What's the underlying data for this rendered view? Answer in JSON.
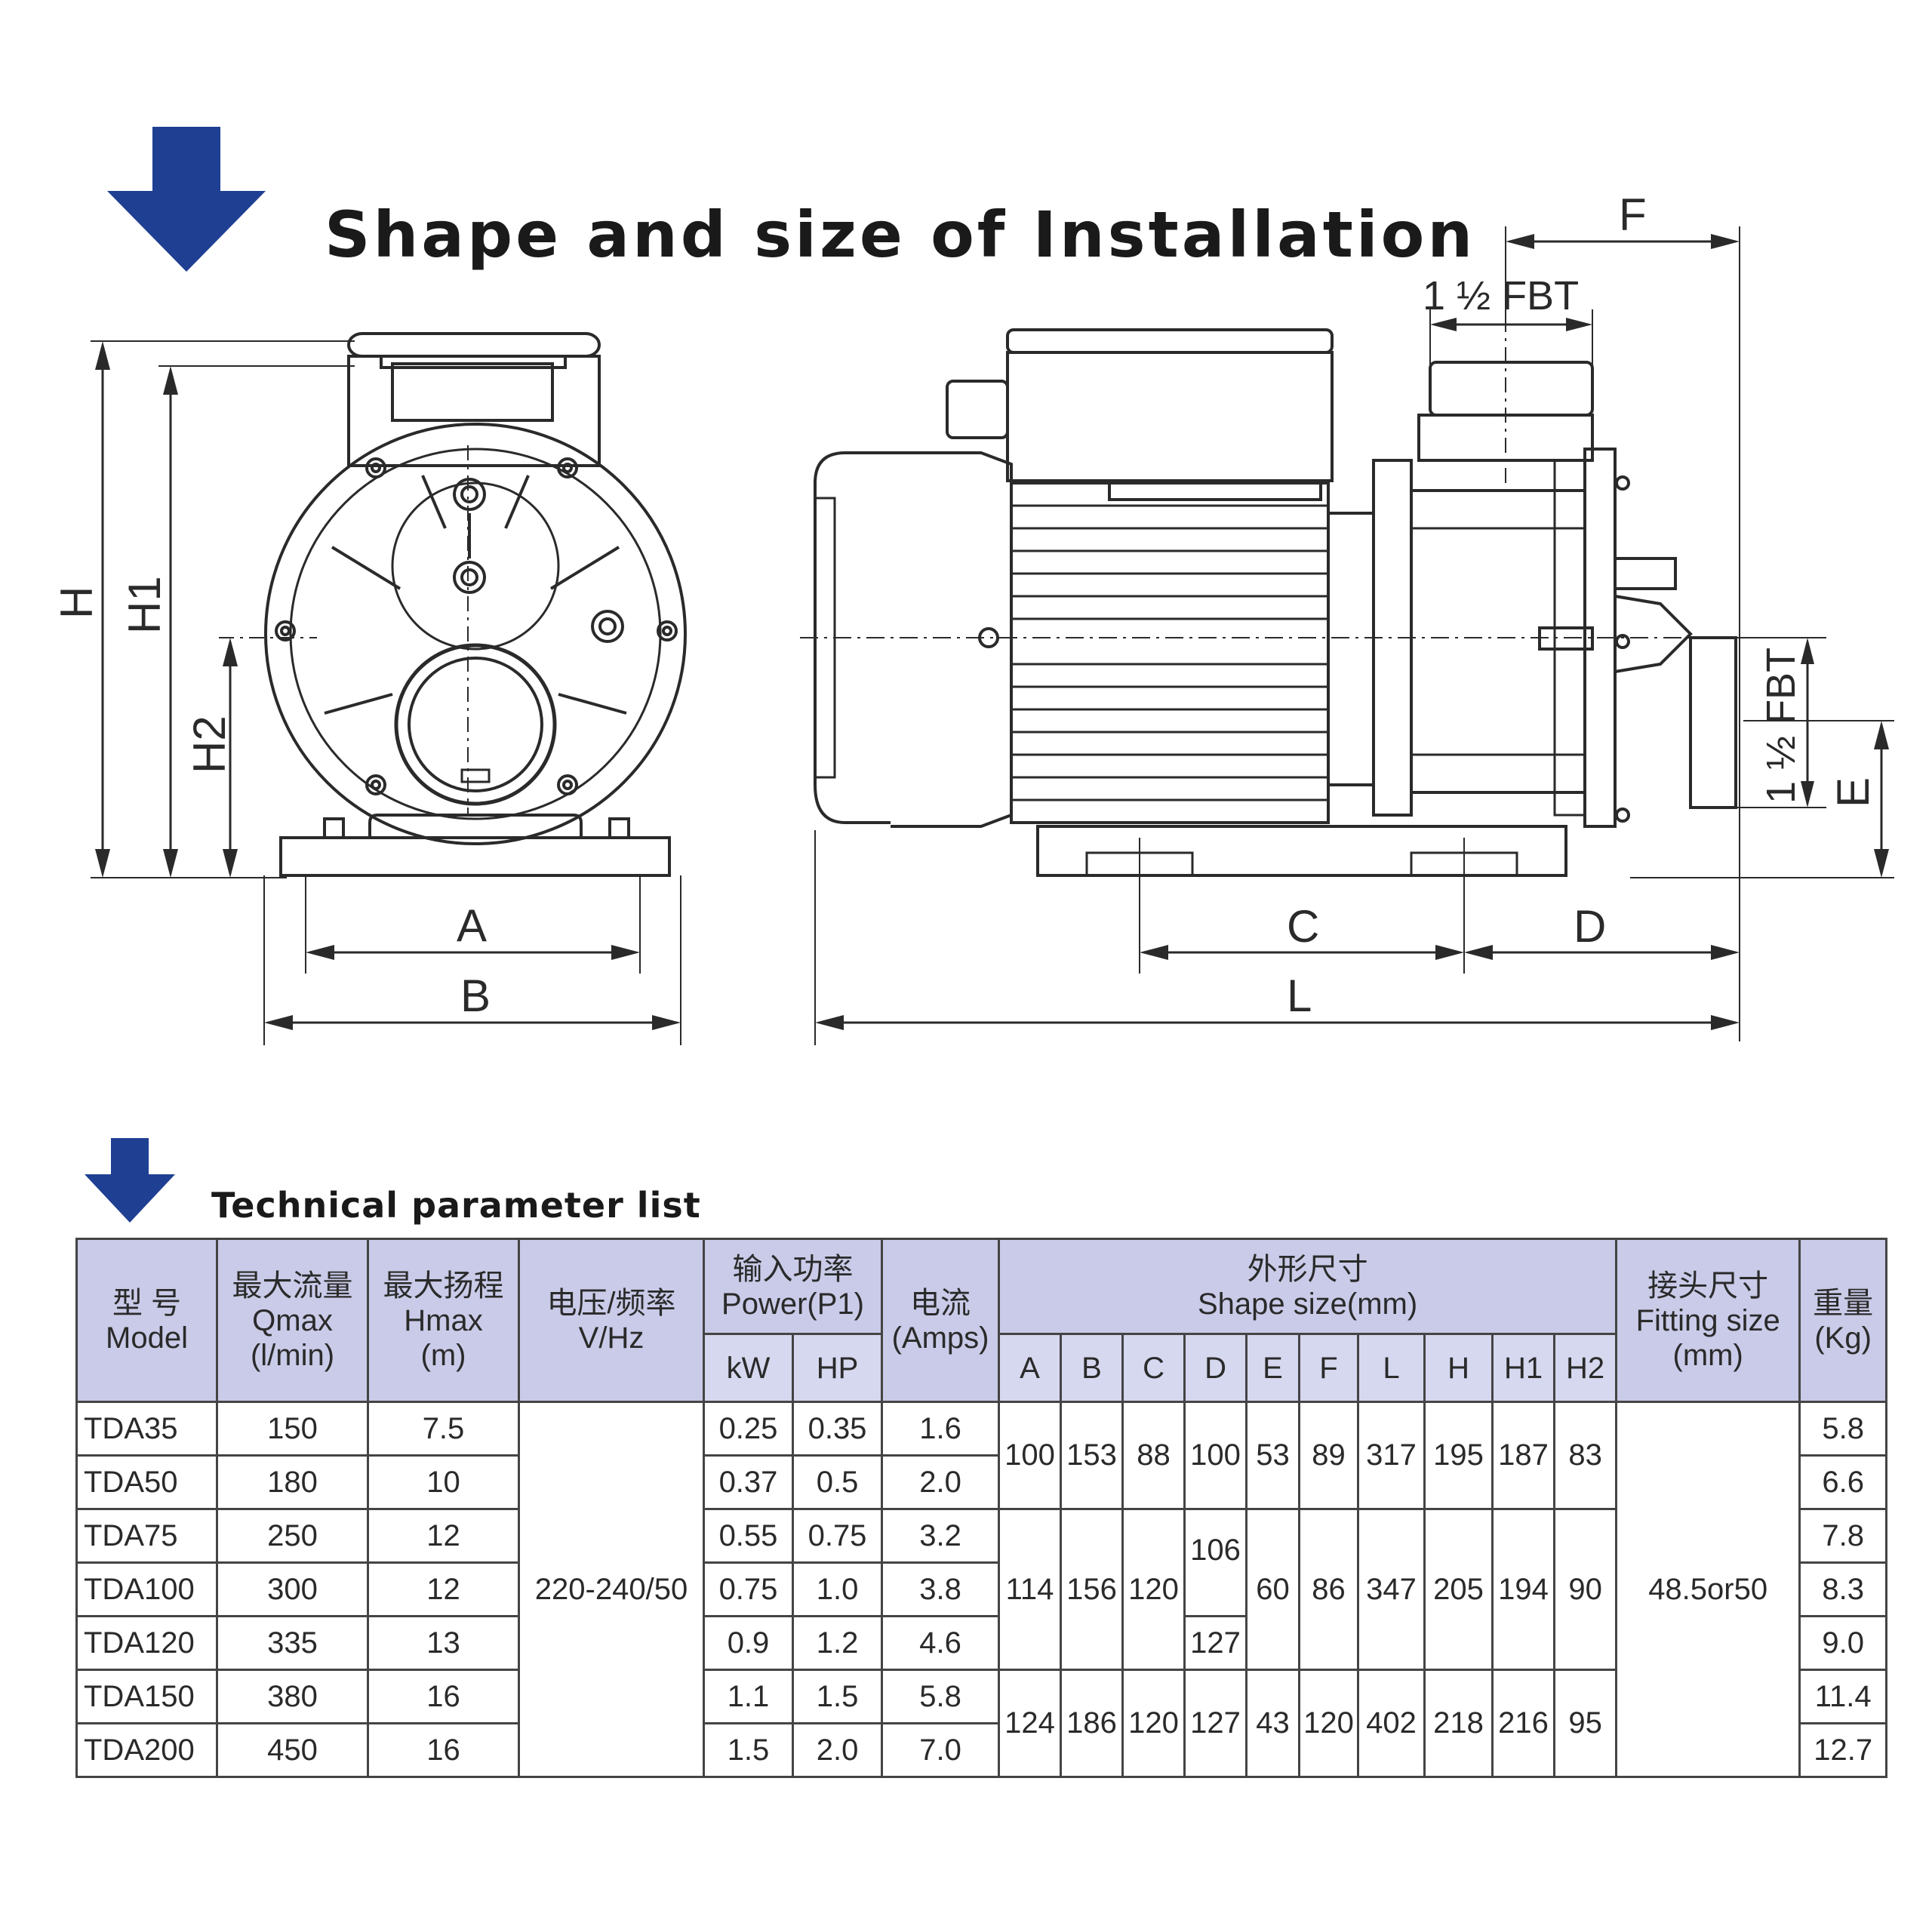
{
  "title": "Shape and size of Installation",
  "table_title": "Technical parameter list",
  "drawing_labels": {
    "A": "A",
    "B": "B",
    "C": "C",
    "D": "D",
    "E": "E",
    "F": "F",
    "H": "H",
    "H1": "H1",
    "H2": "H2",
    "L": "L",
    "fbt_top": "1 ½ FBT",
    "fbt_side": "1 ½ FBT"
  },
  "table": {
    "headers": {
      "model_cn": "型 号",
      "model_en": "Model",
      "qmax_cn": "最大流量",
      "qmax_en": "Qmax",
      "qmax_unit": "(l/min)",
      "hmax_cn": "最大扬程",
      "hmax_en": "Hmax",
      "hmax_unit": "(m)",
      "voltage_cn": "电压/频率",
      "voltage_en": "V/Hz",
      "power_cn": "输入功率",
      "power_en": "Power(P1)",
      "kw": "kW",
      "hp": "HP",
      "current_cn": "电流",
      "current_en": "(Amps)",
      "shape_cn": "外形尺寸",
      "shape_en": "Shape size(mm)",
      "dims": [
        "A",
        "B",
        "C",
        "D",
        "E",
        "F",
        "L",
        "H",
        "H1",
        "H2"
      ],
      "fitting_cn": "接头尺寸",
      "fitting_en": "Fitting size",
      "fitting_unit": "(mm)",
      "weight_cn": "重量",
      "weight_en": "(Kg)"
    },
    "rows": [
      {
        "model": "TDA35",
        "qmax": "150",
        "hmax": "7.5",
        "kw": "0.25",
        "hp": "0.35",
        "amps": "1.6",
        "weight": "5.8"
      },
      {
        "model": "TDA50",
        "qmax": "180",
        "hmax": "10",
        "kw": "0.37",
        "hp": "0.5",
        "amps": "2.0",
        "weight": "6.6"
      },
      {
        "model": "TDA75",
        "qmax": "250",
        "hmax": "12",
        "kw": "0.55",
        "hp": "0.75",
        "amps": "3.2",
        "weight": "7.8"
      },
      {
        "model": "TDA100",
        "qmax": "300",
        "hmax": "12",
        "kw": "0.75",
        "hp": "1.0",
        "amps": "3.8",
        "weight": "8.3"
      },
      {
        "model": "TDA120",
        "qmax": "335",
        "hmax": "13",
        "kw": "0.9",
        "hp": "1.2",
        "amps": "4.6",
        "weight": "9.0"
      },
      {
        "model": "TDA150",
        "qmax": "380",
        "hmax": "16",
        "kw": "1.1",
        "hp": "1.5",
        "amps": "5.8",
        "weight": "11.4"
      },
      {
        "model": "TDA200",
        "qmax": "450",
        "hmax": "16",
        "kw": "1.5",
        "hp": "2.0",
        "amps": "7.0",
        "weight": "12.7"
      }
    ],
    "voltage": "220-240/50",
    "fitting": "48.5or50",
    "shape_groups": [
      {
        "A": "100",
        "B": "153",
        "C": "88",
        "D": "100",
        "E": "53",
        "F": "89",
        "L": "317",
        "H": "195",
        "H1": "187",
        "H2": "83"
      },
      {
        "A": "114",
        "B": "156",
        "C": "120",
        "D_a": "106",
        "D_b": "127",
        "E": "60",
        "F": "86",
        "L": "347",
        "H": "205",
        "H1": "194",
        "H2": "90"
      },
      {
        "A": "124",
        "B": "186",
        "C": "120",
        "D": "127",
        "E": "43",
        "F": "120",
        "L": "402",
        "H": "218",
        "H1": "216",
        "H2": "95"
      }
    ]
  },
  "colors": {
    "arrow": "#1f3f93",
    "header_bg": "#c9cbe8",
    "line": "#2a2a2a"
  }
}
